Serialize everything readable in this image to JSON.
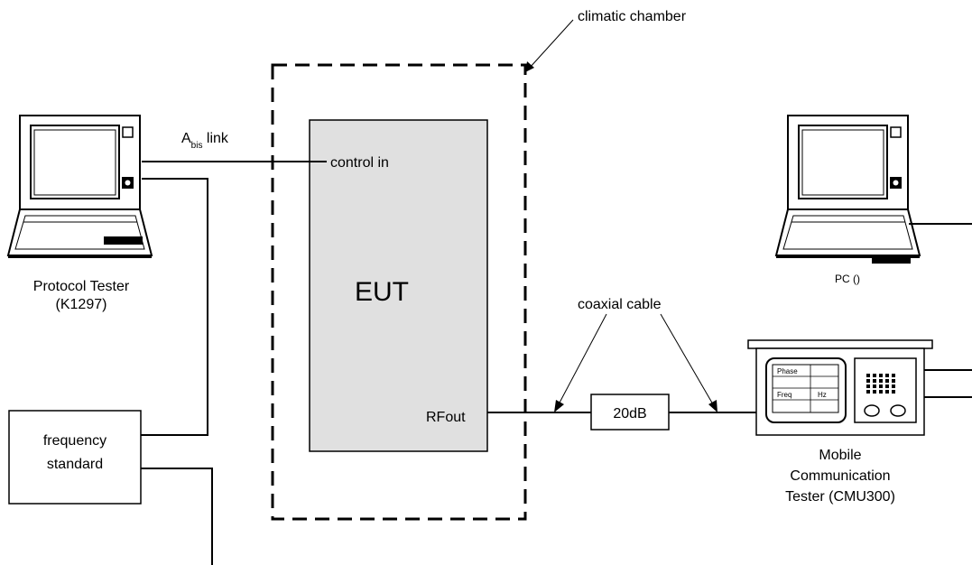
{
  "labels": {
    "chamber": "climatic chamber",
    "abis_main": "A",
    "abis_sub": "bis",
    "abis_tail": " link",
    "control_in": "control in",
    "eut": "EUT",
    "rfout": "RFout",
    "coax": "coaxial cable",
    "attenuator": "20dB",
    "protocol_tester_line1": "Protocol Tester",
    "protocol_tester_line2": "(K1297)",
    "pc": "PC ()",
    "freq_line1": "frequency",
    "freq_line2": "standard",
    "cmu_line1": "Mobile",
    "cmu_line2": "Communication",
    "cmu_line3": "Tester (CMU300)",
    "cmu_display_phase": "Phase",
    "cmu_display_freq": "Freq",
    "cmu_display_hz": "Hz"
  },
  "colors": {
    "eut_fill": "#e0e0e0",
    "line": "#000000",
    "background": "#ffffff"
  },
  "icons": {
    "protocol_tester": "laptop-icon",
    "pc": "laptop-icon",
    "cmu": "instrument-icon"
  }
}
